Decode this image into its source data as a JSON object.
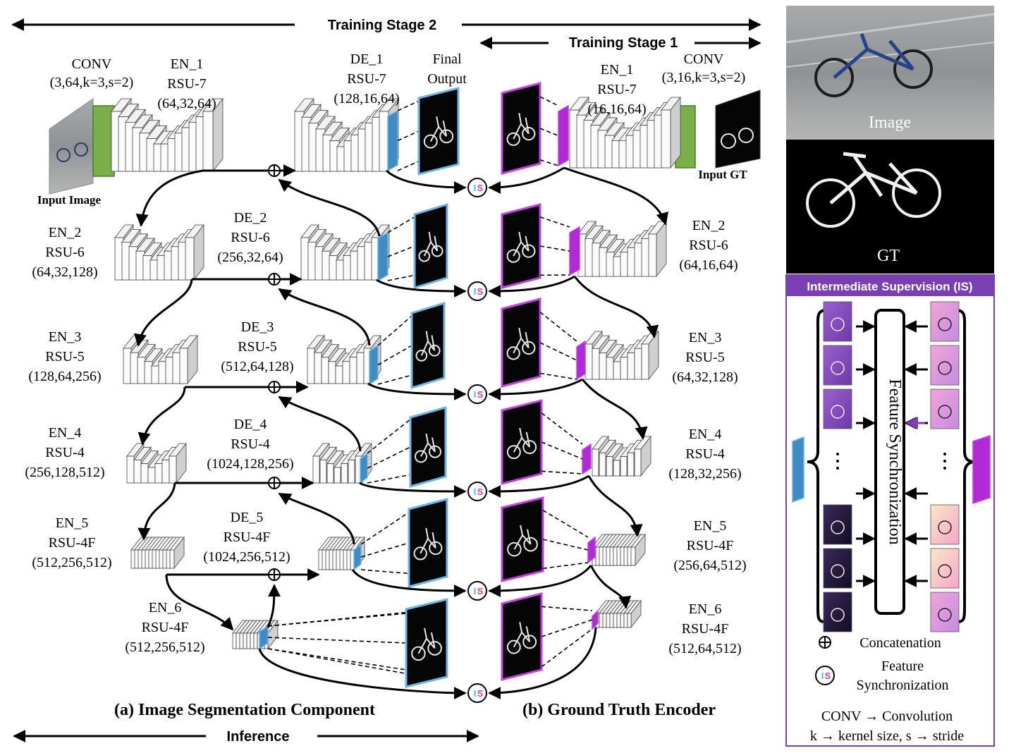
{
  "banners": {
    "stage2": "Training Stage 2",
    "stage1": "Training Stage 1",
    "inference": "Inference"
  },
  "captions": {
    "a": "(a) Image Segmentation Component",
    "b": "(b) Ground Truth Encoder"
  },
  "left": {
    "conv": [
      "CONV",
      "(3,64,k=3,s=2)"
    ],
    "input": "Input Image",
    "final": [
      "Final",
      "Output"
    ],
    "encoders": [
      [
        "EN_1",
        "RSU-7",
        "(64,32,64)"
      ],
      [
        "EN_2",
        "RSU-6",
        "(64,32,128)"
      ],
      [
        "EN_3",
        "RSU-5",
        "(128,64,256)"
      ],
      [
        "EN_4",
        "RSU-4",
        "(256,128,512)"
      ],
      [
        "EN_5",
        "RSU-4F",
        "(512,256,512)"
      ],
      [
        "EN_6",
        "RSU-4F",
        "(512,256,512)"
      ]
    ],
    "decoders": [
      [
        "DE_1",
        "RSU-7",
        "(128,16,64)"
      ],
      [
        "DE_2",
        "RSU-6",
        "(256,32,64)"
      ],
      [
        "DE_3",
        "RSU-5",
        "(512,64,128)"
      ],
      [
        "DE_4",
        "RSU-4",
        "(1024,128,256)"
      ],
      [
        "DE_5",
        "RSU-4F",
        "(1024,256,512)"
      ]
    ]
  },
  "right": {
    "conv": [
      "CONV",
      "(3,16,k=3,s=2)"
    ],
    "input": "Input GT",
    "encoders": [
      [
        "EN_1",
        "RSU-7",
        "(16,16,64)"
      ],
      [
        "EN_2",
        "RSU-6",
        "(64,16,64)"
      ],
      [
        "EN_3",
        "RSU-5",
        "(64,32,128)"
      ],
      [
        "EN_4",
        "RSU-4",
        "(128,32,256)"
      ],
      [
        "EN_5",
        "RSU-4F",
        "(256,64,512)"
      ],
      [
        "EN_6",
        "RSU-4F",
        "(512,64,512)"
      ]
    ]
  },
  "is_label": "IS",
  "panel": {
    "image_label": "Image",
    "gt_label": "GT",
    "is_header": "Intermediate Supervision (IS)",
    "feature_sync": "Feature Synchronization",
    "legend": {
      "concat": "Concatenation",
      "fs": [
        "Feature",
        "Synchronization"
      ],
      "conv": "CONV → Convolution",
      "kernel": "k → kernel size, s → stride"
    }
  },
  "colors": {
    "blue": "#3f8bc4",
    "blue_edge": "#6fb4e6",
    "magenta": "#b02bd6",
    "magenta_edge": "#c640e6",
    "green": "#79b04a",
    "purple": "#7a3fb3",
    "is_cyan": "#2ec4d8",
    "is_pink": "#e0409a"
  }
}
